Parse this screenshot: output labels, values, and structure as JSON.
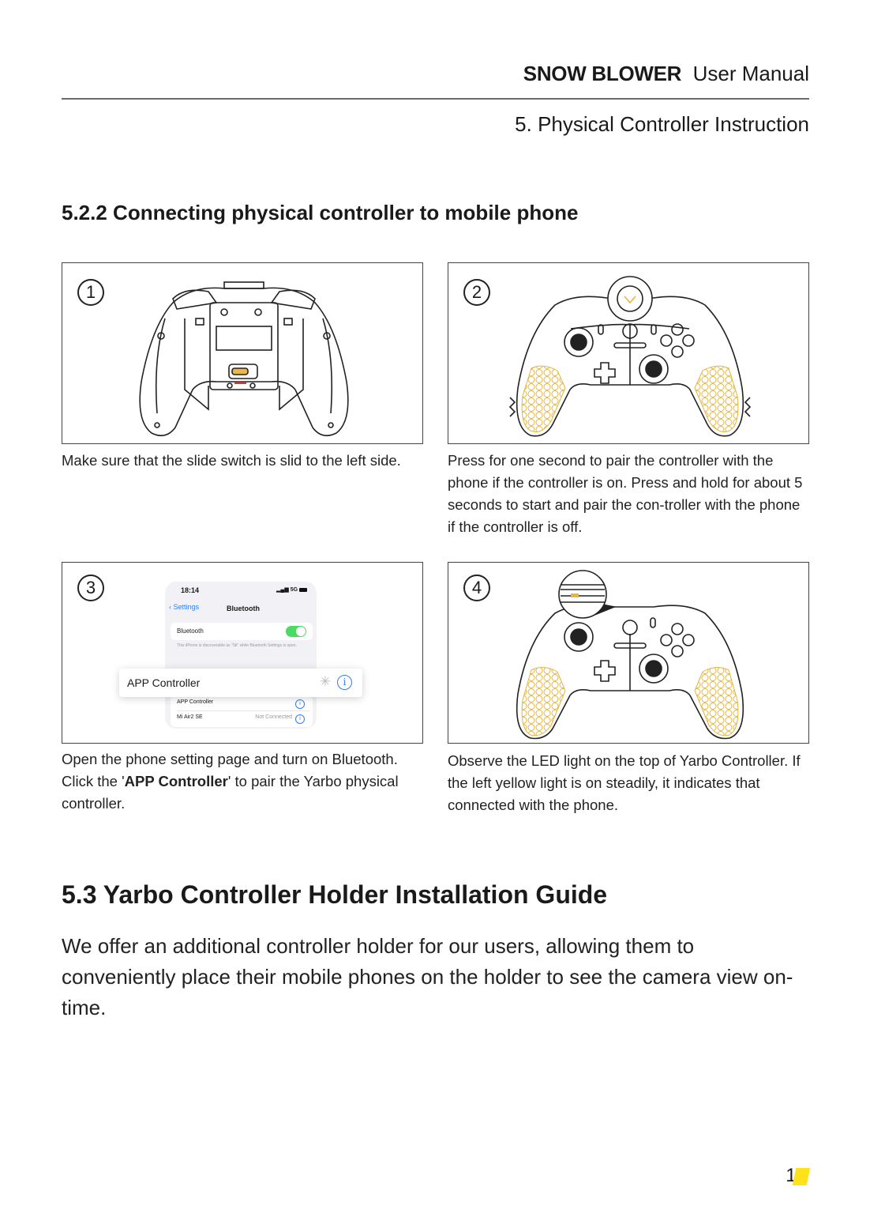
{
  "header": {
    "brand": "SNOW BLOWER",
    "doc": "User Manual",
    "section": "5. Physical Controller Instruction"
  },
  "section_522": {
    "title": "5.2.2 Connecting physical controller to mobile phone",
    "steps": [
      {
        "num": "1",
        "caption": "Make sure that the slide switch is slid to the left side."
      },
      {
        "num": "2",
        "caption": "Press for one second to pair the controller with the phone if the controller is on. Press and hold for about 5 seconds to start and pair the con-troller with the phone if the controller is off."
      },
      {
        "num": "3",
        "caption_before": "Open the phone setting page and turn on Bluetooth.  Click the '",
        "caption_bold": "APP Controller",
        "caption_after": "' to pair the Yarbo physical controller."
      },
      {
        "num": "4",
        "caption": "Observe the LED light on the top of Yarbo Controller. If the left yellow light is on steadily, it indicates that connected with the phone."
      }
    ],
    "phone": {
      "time": "18:14",
      "signal": "5G",
      "back": "Settings",
      "screen_title": "Bluetooth",
      "toggle_label": "Bluetooth",
      "note": "This iPhone is discoverable as \"Sit\" while Bluetooth Settings is open.",
      "popup_label": "APP Controller",
      "list": [
        {
          "name": "APP Controller",
          "status": ""
        },
        {
          "name": "Mi Air2 SE",
          "status": "Not Connected"
        }
      ],
      "colors": {
        "toggle_on": "#4cd964",
        "link": "#2f7cf6"
      }
    }
  },
  "section_53": {
    "title": "5.3 Yarbo Controller Holder Installation Guide",
    "body": "We offer an additional controller holder for our users, allowing them to conveniently place their mobile phones on the holder to see the camera view on-time."
  },
  "footer": {
    "page": "19",
    "accent": "#ffe21a"
  }
}
